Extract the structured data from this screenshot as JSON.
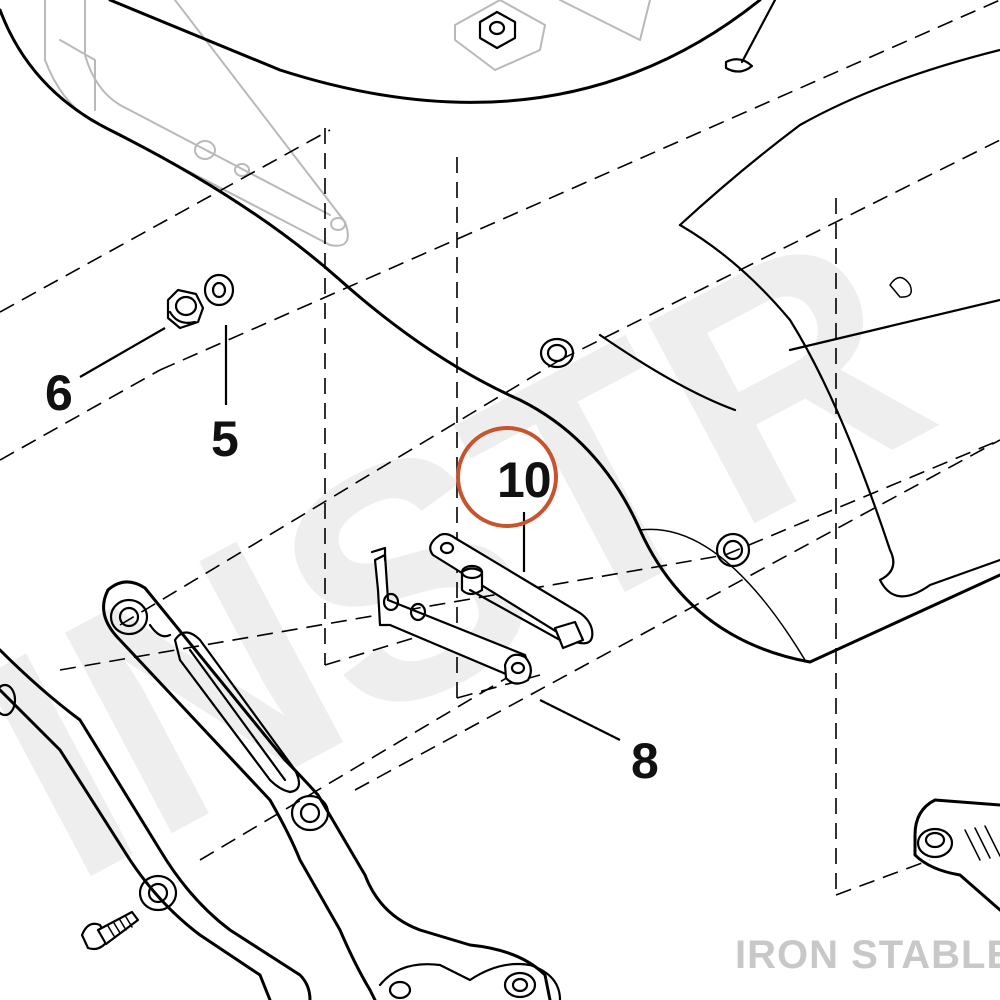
{
  "diagram": {
    "watermark_text": "INSTR",
    "brand_watermark": "IRON STABLE",
    "highlight_color": "#c8532f",
    "line_color": "#000000",
    "ghost_color": "#b9b9b9",
    "callouts": [
      {
        "id": "callout-6",
        "label": "6",
        "part": "flange nut"
      },
      {
        "id": "callout-5",
        "label": "5",
        "part": "washer"
      },
      {
        "id": "callout-10",
        "label": "10",
        "part": "mounting bracket",
        "highlighted": true
      },
      {
        "id": "callout-8",
        "label": "8",
        "part": "strap plate"
      }
    ]
  }
}
